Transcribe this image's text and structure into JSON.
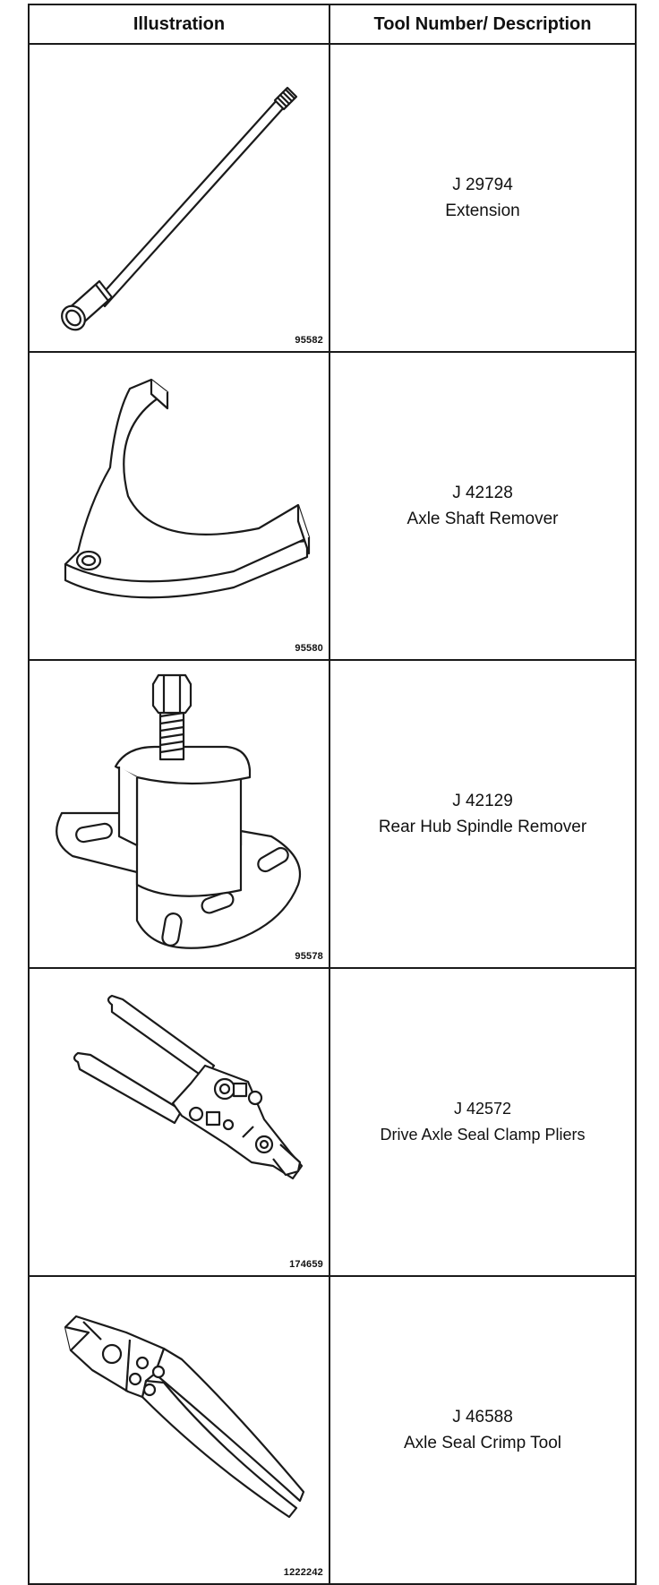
{
  "table": {
    "headers": {
      "illustration": "Illustration",
      "tool": "Tool Number/ Description"
    },
    "rows": [
      {
        "tool_number": "J 29794",
        "description": "Extension",
        "figure": "95582",
        "icon": "extension-tool-icon"
      },
      {
        "tool_number": "J 42128",
        "description": "Axle Shaft Remover",
        "figure": "95580",
        "icon": "axle-shaft-remover-icon"
      },
      {
        "tool_number": "J 42129",
        "description": "Rear Hub Spindle Remover",
        "figure": "95578",
        "icon": "hub-spindle-remover-icon"
      },
      {
        "tool_number": "J 42572",
        "description": "Drive Axle Seal Clamp Pliers",
        "figure": "174659",
        "icon": "clamp-pliers-icon"
      },
      {
        "tool_number": "J 46588",
        "description": "Axle Seal Crimp Tool",
        "figure": "1222242",
        "icon": "crimp-tool-icon"
      }
    ]
  }
}
